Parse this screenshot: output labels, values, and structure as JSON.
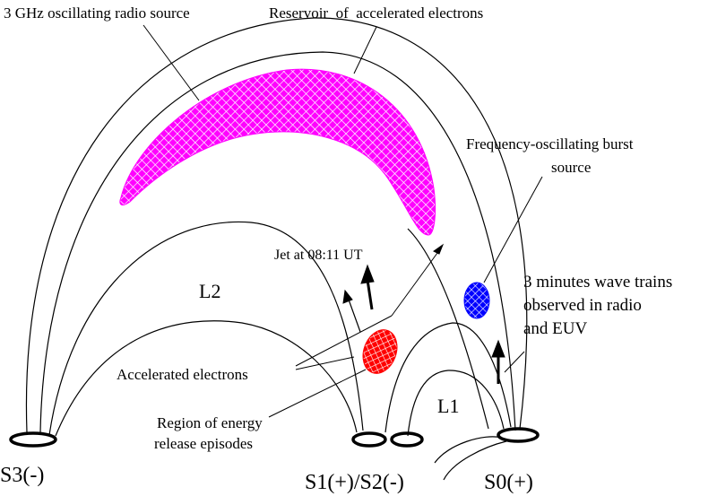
{
  "labels": {
    "radio_source": "3 GHz oscillating radio source",
    "reservoir": "Reservoir  of  accelerated electrons",
    "burst_source_line1": "Frequency-oscillating burst",
    "burst_source_line2": "source",
    "jet": "Jet at 08:11 UT",
    "loop_l2": "L2",
    "loop_l1": "L1",
    "wave_trains_line1": "3 minutes wave trains",
    "wave_trains_line2": "observed in radio",
    "wave_trains_line3": "and EUV",
    "accelerated_electrons": "Accelerated electrons",
    "energy_release_line1": "Region of energy",
    "energy_release_line2": "release episodes",
    "footpoint_s3": "S3(-)",
    "footpoint_s1s2": "S1(+)/S2(-)",
    "footpoint_s0": "S0(+)"
  },
  "colors": {
    "radio_source": "#ff00ff",
    "energy_release": "#ff0000",
    "burst_source": "#0000ff",
    "line": "#000000"
  }
}
